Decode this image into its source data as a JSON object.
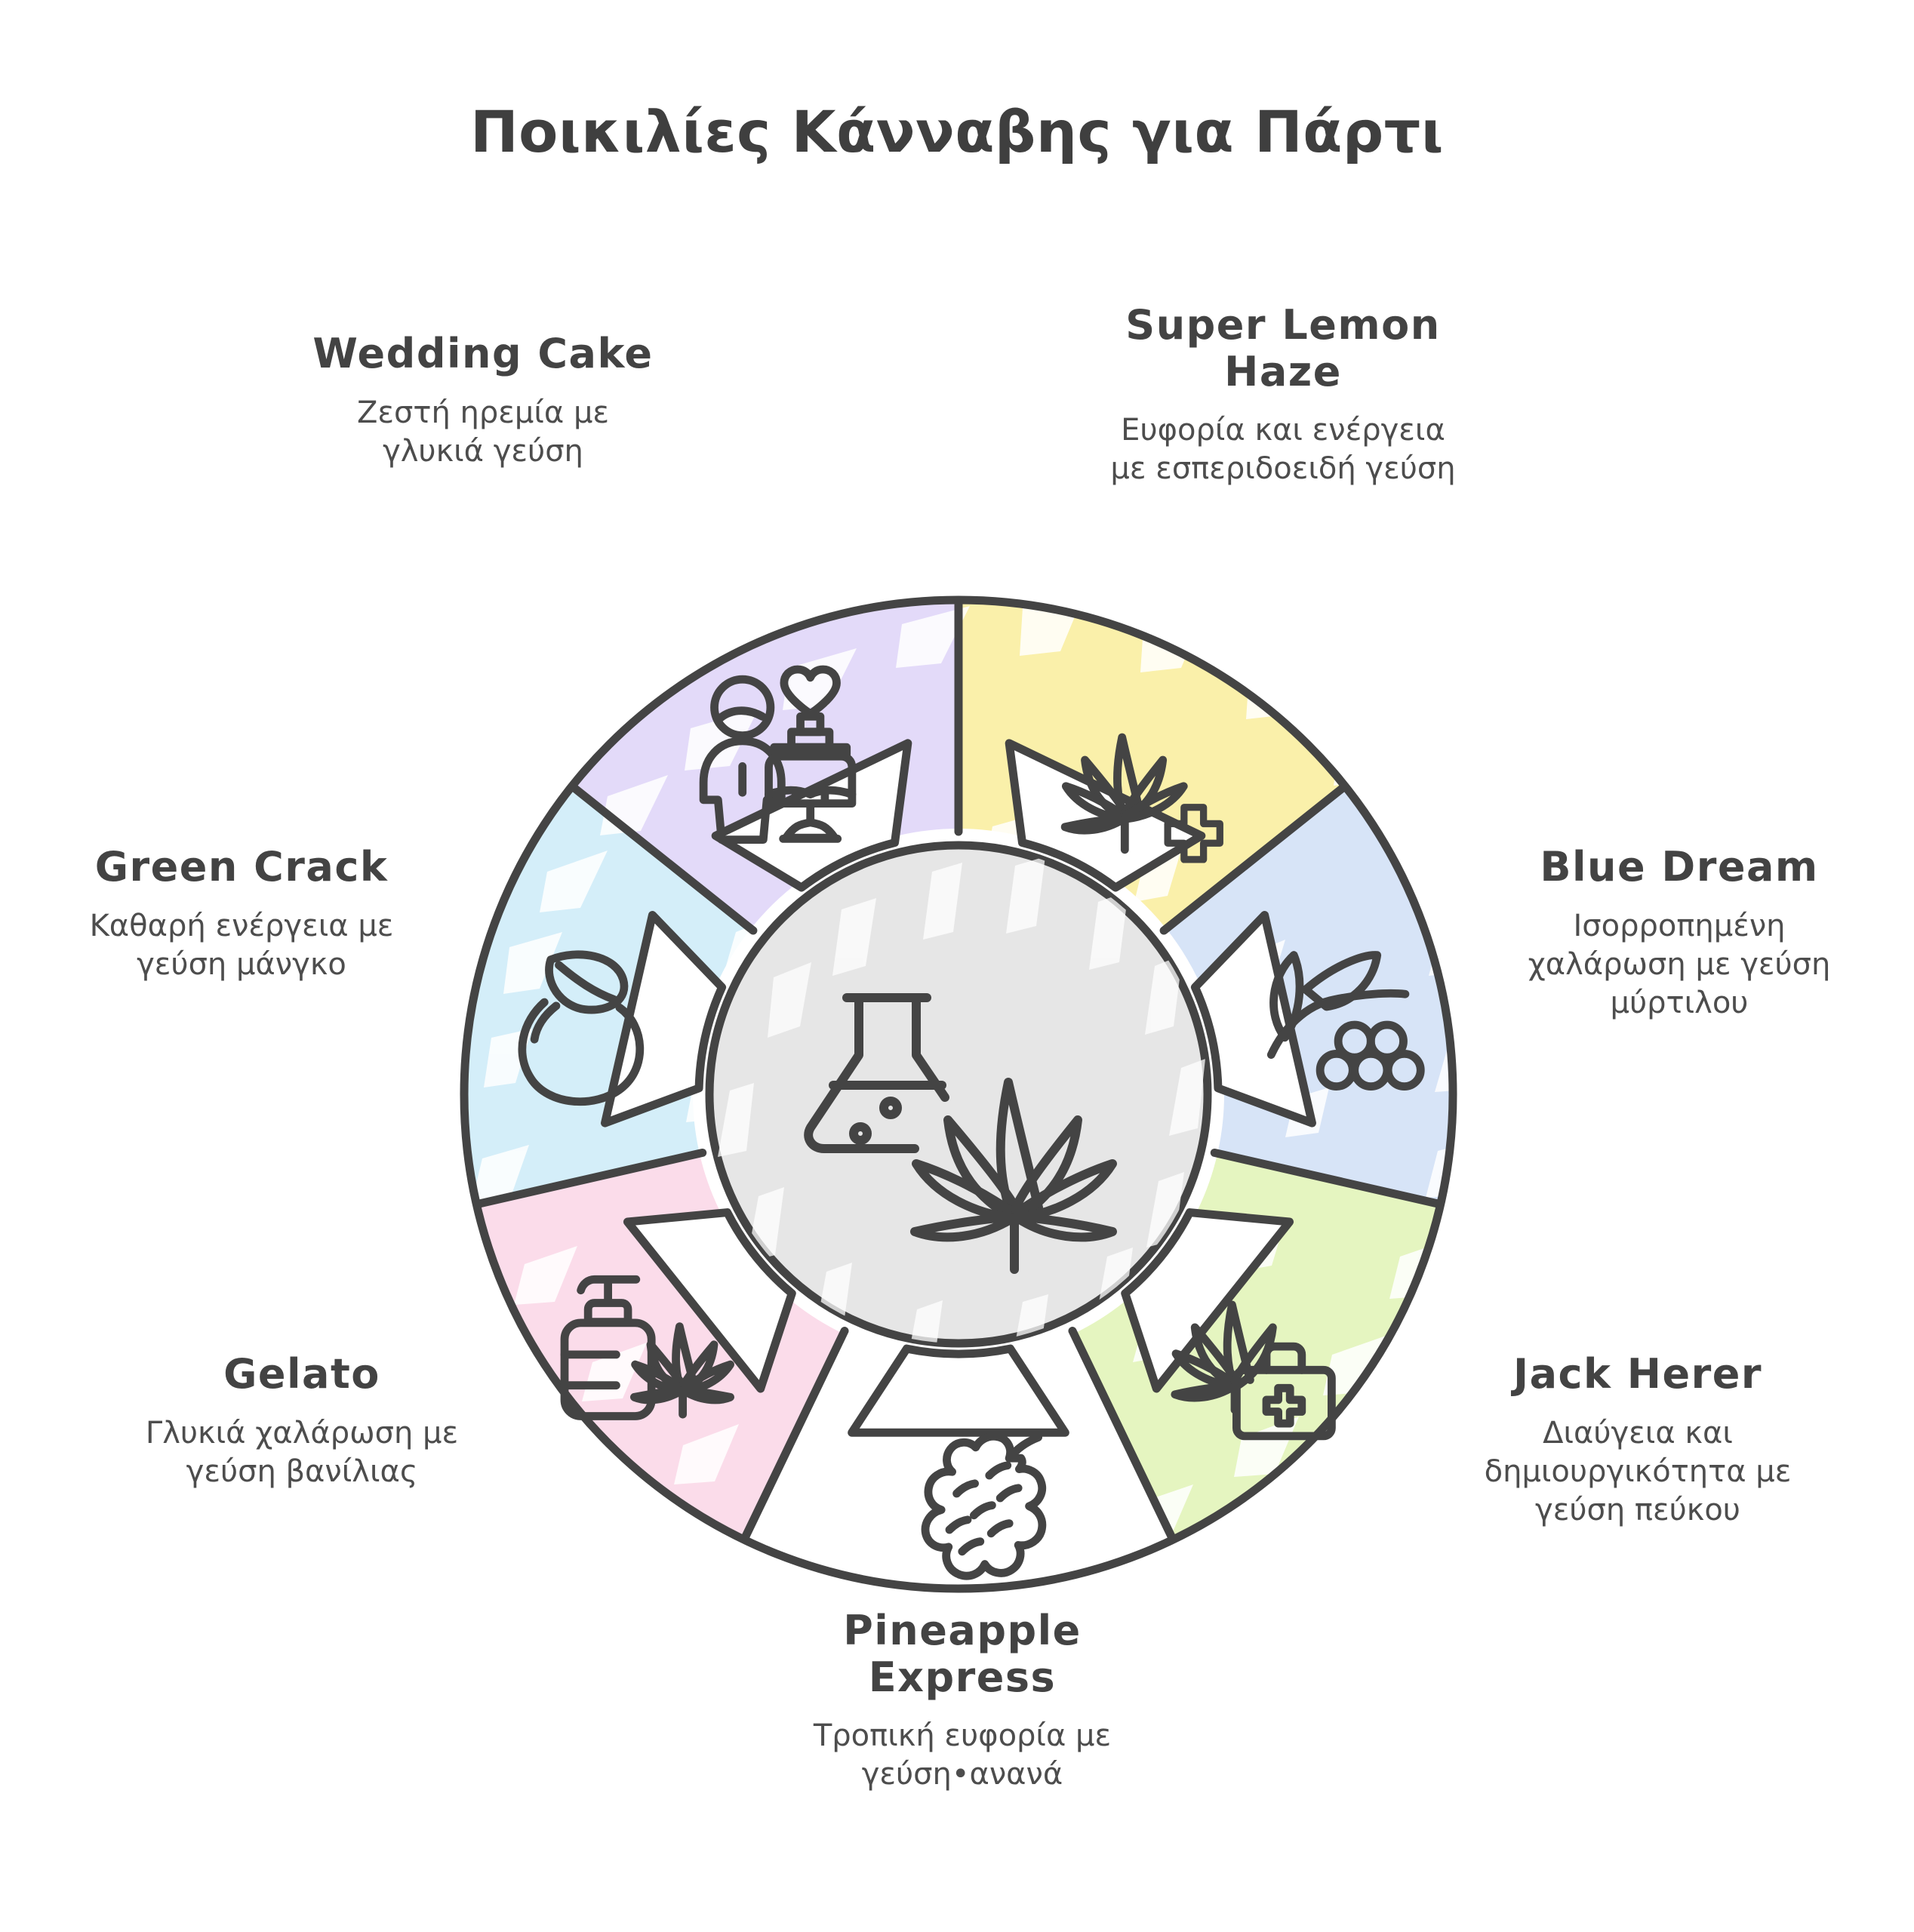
{
  "title": "Ποικιλίες Κάνναβης για Πάρτι",
  "center": {
    "icon_flask": "flask-icon",
    "icon_leaf": "cannabis-leaf-icon",
    "fill": "#e6e6e6"
  },
  "stroke_color": "#444444",
  "segments": [
    {
      "id": "super-lemon-haze",
      "name": "Super Lemon\nHaze",
      "name_lines": [
        "Super Lemon",
        "Haze"
      ],
      "desc_lines": [
        "Ευφορία και ενέργεια",
        "με εσπεριδοειδή γεύση"
      ],
      "color": "#faf0aa",
      "icon": "cannabis-leaf-medical-cross-icon",
      "angle_start": -90,
      "angle_end": -38.57
    },
    {
      "id": "blue-dream",
      "name": "Blue Dream",
      "name_lines": [
        "Blue Dream"
      ],
      "desc_lines": [
        "Ισορροπημένη",
        "χαλάρωση με γεύση",
        "μύρτιλου"
      ],
      "color": "#d7e4f7",
      "icon": "blueberry-branch-icon",
      "angle_start": -38.57,
      "angle_end": 12.86
    },
    {
      "id": "jack-herer",
      "name": "Jack Herer",
      "name_lines": [
        "Jack Herer"
      ],
      "desc_lines": [
        "Διαύγεια και",
        "δημιουργικότητα με",
        "γεύση πεύκου"
      ],
      "color": "#e5f5c0",
      "icon": "cannabis-leaf-first-aid-kit-icon",
      "angle_start": 12.86,
      "angle_end": 64.29
    },
    {
      "id": "pineapple-express",
      "name": "Pineapple\nExpress",
      "name_lines": [
        "Pineapple",
        "Express"
      ],
      "desc_lines": [
        "Τροπική ευφορία με",
        "γεύση•ανανά"
      ],
      "color": "#ffffff",
      "icon": "cannabis-bud-icon",
      "angle_start": 64.29,
      "angle_end": 115.71
    },
    {
      "id": "gelato",
      "name": "Gelato",
      "name_lines": [
        "Gelato"
      ],
      "desc_lines": [
        "Γλυκιά χαλάρωση με",
        "γεύση βανίλιας"
      ],
      "color": "#fbdcea",
      "icon": "lotion-bottle-cannabis-leaf-icon",
      "angle_start": 115.71,
      "angle_end": 167.14
    },
    {
      "id": "green-crack",
      "name": "Green Crack",
      "name_lines": [
        "Green Crack"
      ],
      "desc_lines": [
        "Καθαρή ενέργεια με",
        "γεύση μάνγκο"
      ],
      "color": "#d4eef9",
      "icon": "mango-icon",
      "angle_start": 167.14,
      "angle_end": 218.57
    },
    {
      "id": "wedding-cake",
      "name": "Wedding Cake",
      "name_lines": [
        "Wedding Cake"
      ],
      "desc_lines": [
        "Ζεστή ηρεμία με",
        "γλυκιά γεύση"
      ],
      "color": "#e3daf9",
      "icon": "bride-wedding-cake-icon",
      "angle_start": 218.57,
      "angle_end": 270
    }
  ]
}
